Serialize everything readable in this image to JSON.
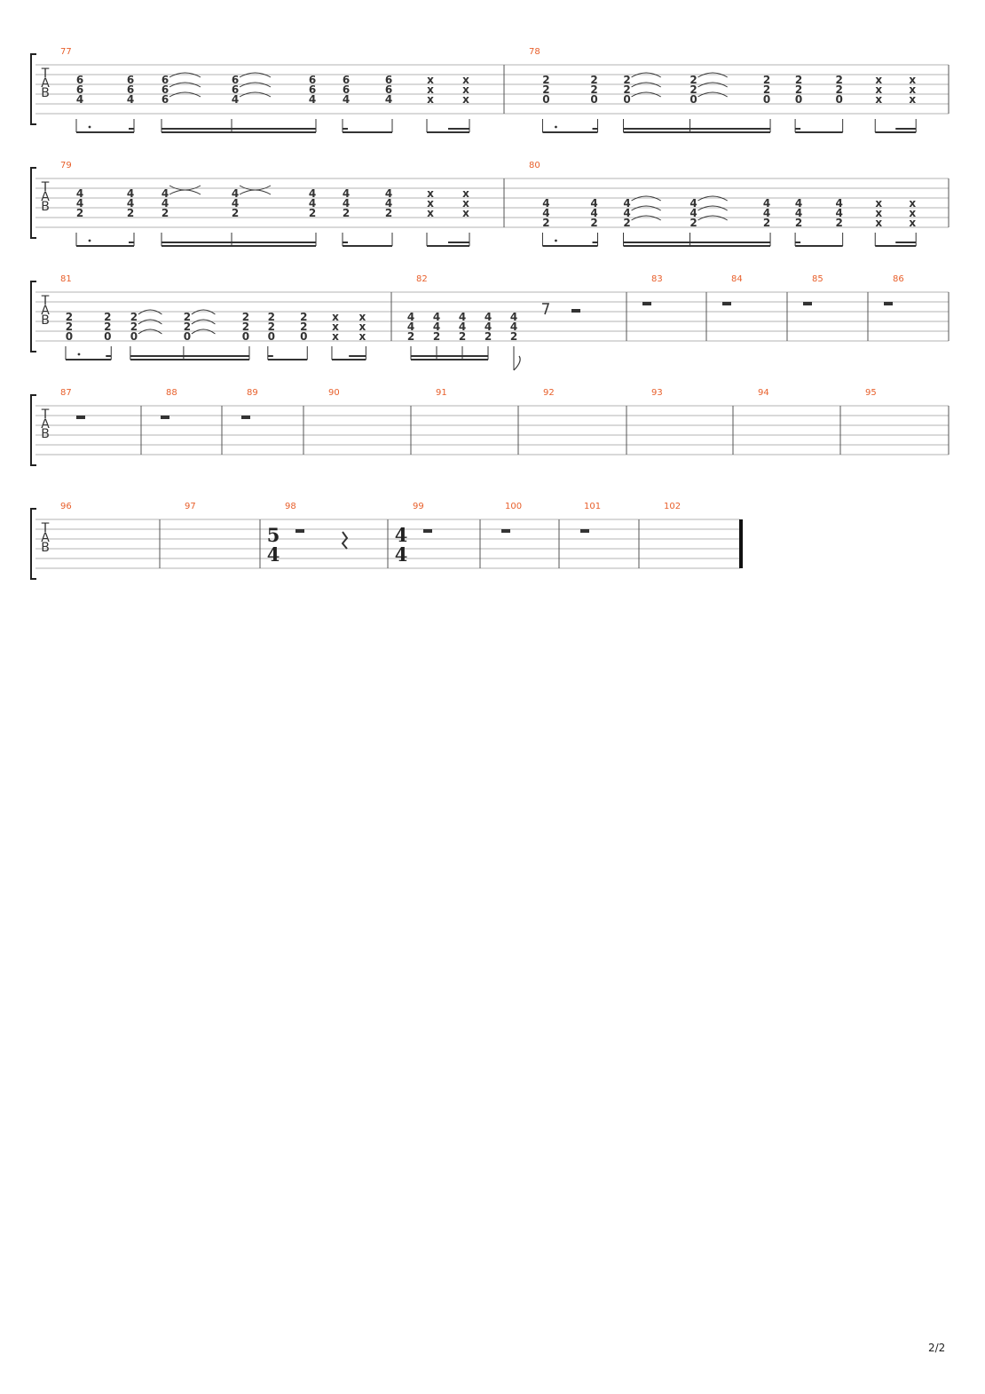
{
  "page": {
    "number_label": "2/2"
  },
  "tab_clef": [
    "T",
    "A",
    "B"
  ],
  "colors": {
    "measure_number": "#e8602c",
    "staff_line": "#9a9a9a",
    "ink": "#333333"
  },
  "rhythm_default": "b8d_b16, b16x4, b16_b8, b8_b16x2",
  "systems": [
    {
      "measures": [
        {
          "number": "77",
          "strings": 3,
          "chords": [
            [
              "6",
              "6",
              "4"
            ],
            [
              "6",
              "6",
              "4"
            ],
            [
              "6",
              "6",
              "6"
            ],
            [
              "6",
              "6",
              "4"
            ],
            [
              "6",
              "6",
              "4"
            ],
            [
              "6",
              "6",
              "4"
            ],
            [
              "6",
              "6",
              "4"
            ],
            [
              "x",
              "x",
              "x"
            ],
            [
              "x",
              "x",
              "x"
            ]
          ],
          "tie_shapes": [
            null,
            null,
            "arcs",
            "arcs",
            null,
            null,
            null,
            null,
            null
          ]
        },
        {
          "number": "78",
          "strings": 3,
          "chords": [
            [
              "2",
              "2",
              "0"
            ],
            [
              "2",
              "2",
              "0"
            ],
            [
              "2",
              "2",
              "0"
            ],
            [
              "2",
              "2",
              "0"
            ],
            [
              "2",
              "2",
              "0"
            ],
            [
              "2",
              "2",
              "0"
            ],
            [
              "2",
              "2",
              "0"
            ],
            [
              "x",
              "x",
              "x"
            ],
            [
              "x",
              "x",
              "x"
            ]
          ],
          "tie_shapes": [
            null,
            null,
            "arcs",
            "arcs",
            null,
            null,
            null,
            null,
            null
          ]
        }
      ]
    },
    {
      "measures": [
        {
          "number": "79",
          "strings": 3,
          "chords": [
            [
              "4",
              "4",
              "2"
            ],
            [
              "4",
              "4",
              "2"
            ],
            [
              "4",
              "4",
              "2"
            ],
            [
              "4",
              "4",
              "2"
            ],
            [
              "4",
              "4",
              "2"
            ],
            [
              "4",
              "4",
              "2"
            ],
            [
              "4",
              "4",
              "2"
            ],
            [
              "x",
              "x",
              "x"
            ],
            [
              "x",
              "x",
              "x"
            ]
          ],
          "tie_shapes": [
            null,
            null,
            "cross",
            "cross",
            null,
            null,
            null,
            null,
            null
          ]
        },
        {
          "number": "80",
          "strings": 4,
          "chords": [
            [
              "4",
              "4",
              "2"
            ],
            [
              "4",
              "4",
              "2"
            ],
            [
              "4",
              "4",
              "2"
            ],
            [
              "4",
              "4",
              "2"
            ],
            [
              "4",
              "4",
              "2"
            ],
            [
              "4",
              "4",
              "2"
            ],
            [
              "4",
              "4",
              "2"
            ],
            [
              "x",
              "x",
              "x"
            ],
            [
              "x",
              "x",
              "x"
            ]
          ],
          "tie_shapes": [
            null,
            null,
            "arcs",
            "arcs",
            null,
            null,
            null,
            null,
            null
          ]
        }
      ]
    },
    {
      "measures": [
        {
          "number": "81",
          "strings": 4,
          "chords": [
            [
              "2",
              "2",
              "0"
            ],
            [
              "2",
              "2",
              "0"
            ],
            [
              "2",
              "2",
              "0"
            ],
            [
              "2",
              "2",
              "0"
            ],
            [
              "2",
              "2",
              "0"
            ],
            [
              "2",
              "2",
              "0"
            ],
            [
              "2",
              "2",
              "0"
            ],
            [
              "x",
              "x",
              "x"
            ],
            [
              "x",
              "x",
              "x"
            ]
          ],
          "tie_shapes": [
            null,
            null,
            "arcs",
            "arcs",
            null,
            null,
            null,
            null,
            null
          ]
        },
        {
          "number": "82",
          "chords": [
            [
              "4",
              "4",
              "2"
            ],
            [
              "4",
              "4",
              "2"
            ],
            [
              "4",
              "4",
              "2"
            ],
            [
              "4",
              "4",
              "2"
            ],
            [
              "4",
              "4",
              "2"
            ]
          ]
        },
        {
          "number": "83"
        },
        {
          "number": "84"
        },
        {
          "number": "85"
        },
        {
          "number": "86"
        }
      ]
    },
    {
      "measures": [
        {
          "number": "87"
        },
        {
          "number": "88"
        },
        {
          "number": "89"
        },
        {
          "number": "90"
        },
        {
          "number": "91"
        },
        {
          "number": "92"
        },
        {
          "number": "93"
        },
        {
          "number": "94"
        },
        {
          "number": "95"
        }
      ]
    },
    {
      "measures": [
        {
          "number": "96"
        },
        {
          "number": "97"
        },
        {
          "number": "98",
          "time_signature": [
            "5",
            "4"
          ]
        },
        {
          "number": "99",
          "time_signature": [
            "4",
            "4"
          ]
        },
        {
          "number": "100"
        },
        {
          "number": "101"
        },
        {
          "number": "102"
        }
      ]
    }
  ]
}
